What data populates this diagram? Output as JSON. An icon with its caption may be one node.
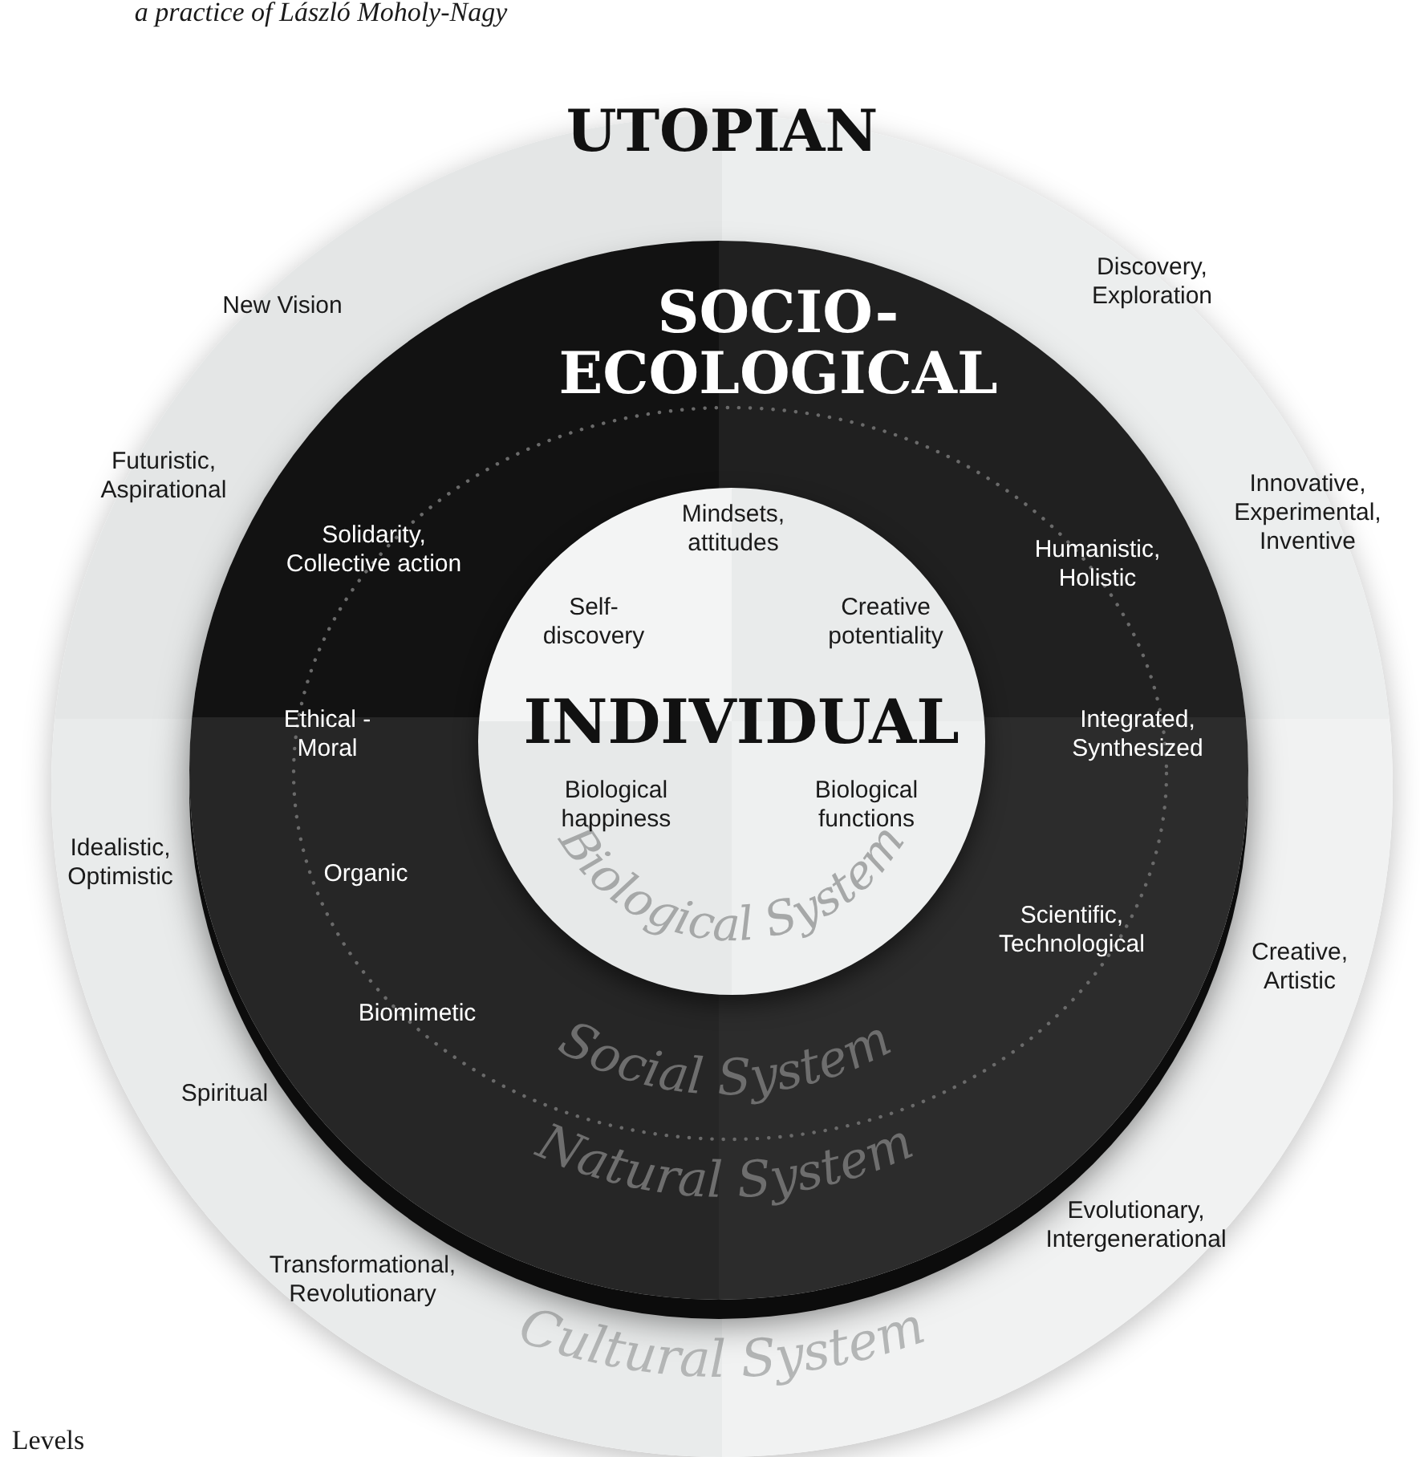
{
  "diagram": {
    "nodes": [
      {
        "text": [
          "UTOPIAN",
          "Cultural System"
        ]
      },
      {
        "text": [
          "SOCIO-ECOLOGICAL",
          "Social System",
          "Natural System"
        ],
        "in": 0
      },
      {
        "text": [
          "INDIVIDUAL",
          "Biological System"
        ],
        "in": 1
      }
    ],
    "labels": [
      "a practice of László Moholy-Nagy",
      "Discovery, Exploration",
      "New Vision",
      "Futuristic, Aspirational",
      "Innovative, Experimental, Inventive",
      "Mindsets, attitudes",
      "Solidarity, Collective action",
      "Humanistic, Holistic",
      "Self-discovery",
      "Creative potentiality",
      "Ethical - Moral",
      "Integrated, Synthesized",
      "Biological happiness",
      "Biological functions",
      "Idealistic, Optimistic",
      "Organic",
      "Scientific, Technological",
      "Creative, Artistic",
      "Biomimetic",
      "Spiritual",
      "Evolutionary, Intergenerational",
      "Transformational, Revolutionary",
      "Levels"
    ]
  }
}
